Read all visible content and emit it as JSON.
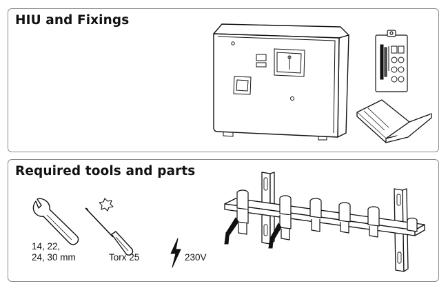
{
  "section_hiu": {
    "title": "HIU and Fixings"
  },
  "section_tools": {
    "title": "Required tools and parts",
    "wrench_sizes_line1": "14, 22,",
    "wrench_sizes_line2": "24, 30 mm",
    "screwdriver_label": "Torx 25",
    "voltage_label": "230V"
  }
}
